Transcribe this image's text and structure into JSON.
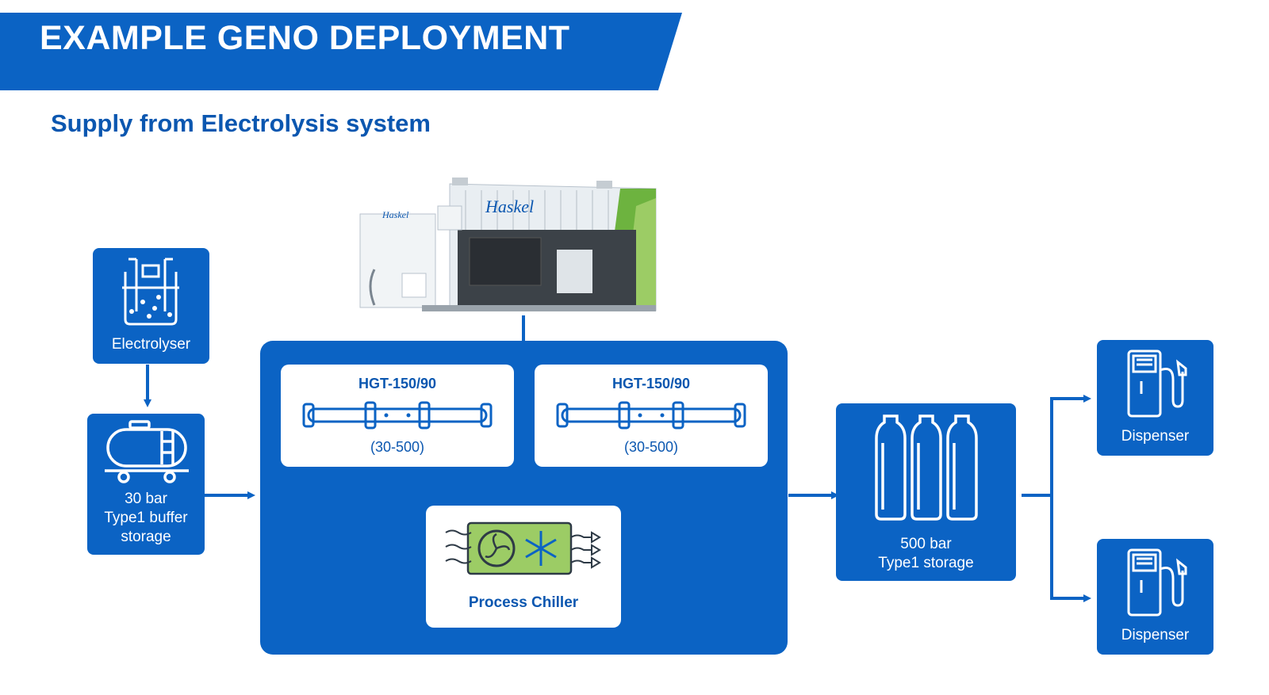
{
  "header": {
    "title": "EXAMPLE GENO DEPLOYMENT",
    "subtitle": "Supply from Electrolysis system"
  },
  "nodes": {
    "electrolyser": {
      "label": "Electrolyser",
      "icon": "electrolyser-icon"
    },
    "buffer_storage": {
      "line1": "30 bar",
      "line2": "Type1 buffer",
      "line3": "storage",
      "icon": "tank-wagon-icon"
    },
    "compressor_left": {
      "title": "HGT-150/90",
      "range": "(30-500)",
      "icon": "compressor-tube-icon"
    },
    "compressor_right": {
      "title": "HGT-150/90",
      "range": "(30-500)",
      "icon": "compressor-tube-icon"
    },
    "chiller": {
      "label": "Process Chiller",
      "icon": "chiller-icon"
    },
    "storage": {
      "line1": "500 bar",
      "line2": "Type1 storage",
      "icon": "cylinders-icon"
    },
    "dispenser_top": {
      "label": "Dispenser",
      "icon": "fuel-pump-icon"
    },
    "dispenser_bottom": {
      "label": "Dispenser",
      "icon": "fuel-pump-icon"
    }
  },
  "container": {
    "brand": "Haskel",
    "icon": "container-unit-image"
  },
  "colors": {
    "primary": "#0b63c4",
    "heading": "#0b57b0",
    "chiller_green": "#9ccc65",
    "container_green": "#6db33f"
  }
}
